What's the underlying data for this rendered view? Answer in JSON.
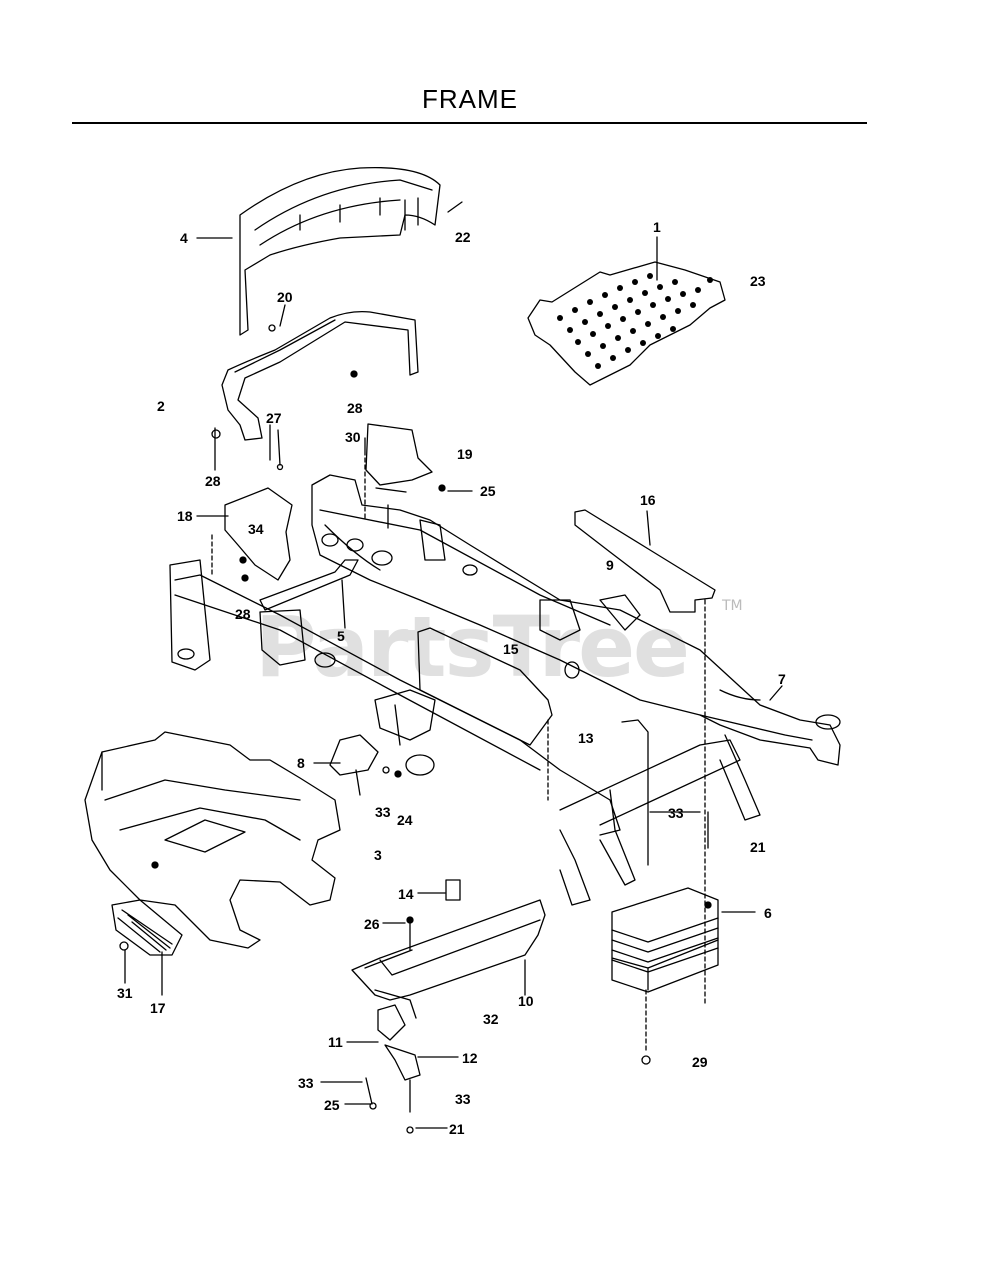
{
  "title": "FRAME",
  "watermark": {
    "text": "PartsTree",
    "trademark": "TM"
  },
  "callouts": [
    {
      "id": "4",
      "text": "4"
    },
    {
      "id": "22",
      "text": "22"
    },
    {
      "id": "1",
      "text": "1"
    },
    {
      "id": "23",
      "text": "23"
    },
    {
      "id": "20",
      "text": "20"
    },
    {
      "id": "2",
      "text": "2"
    },
    {
      "id": "28a",
      "text": "28"
    },
    {
      "id": "27",
      "text": "27"
    },
    {
      "id": "30",
      "text": "30"
    },
    {
      "id": "19",
      "text": "19"
    },
    {
      "id": "28b",
      "text": "28"
    },
    {
      "id": "25a",
      "text": "25"
    },
    {
      "id": "16",
      "text": "16"
    },
    {
      "id": "18",
      "text": "18"
    },
    {
      "id": "34",
      "text": "34"
    },
    {
      "id": "9",
      "text": "9"
    },
    {
      "id": "28c",
      "text": "28"
    },
    {
      "id": "5",
      "text": "5"
    },
    {
      "id": "15",
      "text": "15"
    },
    {
      "id": "7",
      "text": "7"
    },
    {
      "id": "13",
      "text": "13"
    },
    {
      "id": "8",
      "text": "8"
    },
    {
      "id": "33a",
      "text": "33"
    },
    {
      "id": "24",
      "text": "24"
    },
    {
      "id": "33b",
      "text": "33"
    },
    {
      "id": "3",
      "text": "3"
    },
    {
      "id": "21a",
      "text": "21"
    },
    {
      "id": "14",
      "text": "14"
    },
    {
      "id": "6",
      "text": "6"
    },
    {
      "id": "26",
      "text": "26"
    },
    {
      "id": "31",
      "text": "31"
    },
    {
      "id": "17",
      "text": "17"
    },
    {
      "id": "10",
      "text": "10"
    },
    {
      "id": "32",
      "text": "32"
    },
    {
      "id": "11",
      "text": "11"
    },
    {
      "id": "12",
      "text": "12"
    },
    {
      "id": "29",
      "text": "29"
    },
    {
      "id": "33c",
      "text": "33"
    },
    {
      "id": "25b",
      "text": "25"
    },
    {
      "id": "33d",
      "text": "33"
    },
    {
      "id": "21b",
      "text": "21"
    }
  ]
}
